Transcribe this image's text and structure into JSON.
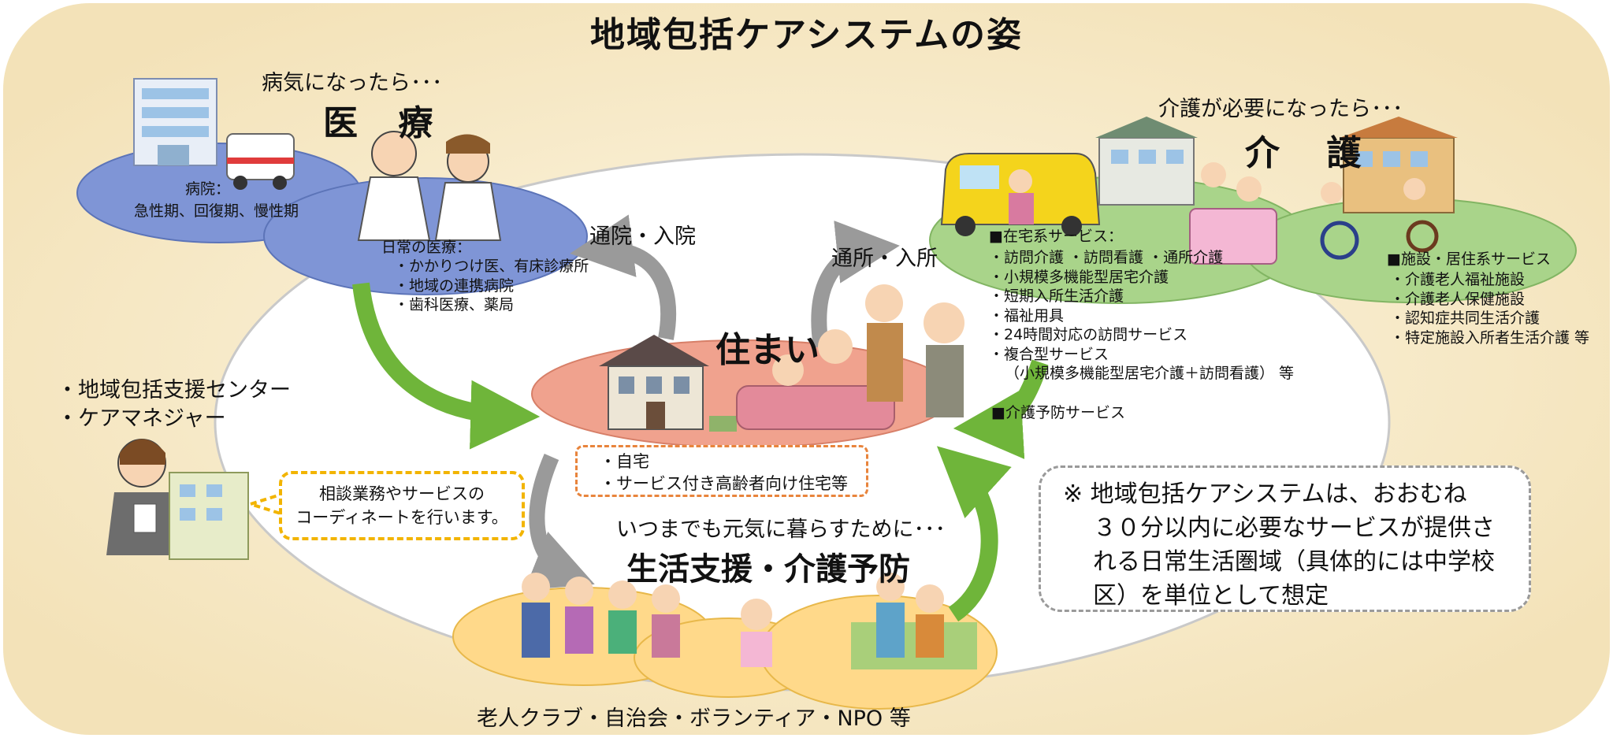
{
  "title": "地域包括ケアシステムの姿",
  "medical": {
    "lead": "病気になったら･･･",
    "heading": "医 療",
    "hospital_label": "病院：",
    "hospital_types": "急性期、回復期、慢性期",
    "daily_title": "日常の医療：",
    "daily_items": [
      "・かかりつけ医、有床診療所",
      "・地域の連携病院",
      "・歯科医療、薬局"
    ]
  },
  "care": {
    "lead": "介護が必要になったら･･･",
    "heading": "介 護",
    "home_services_title": "■在宅系サービス：",
    "home_services": [
      "・訪問介護 ・訪問看護 ・通所介護",
      "・小規模多機能型居宅介護",
      "・短期入所生活介護",
      "・福祉用具",
      "・24時間対応の訪問サービス",
      "・複合型サービス",
      "（小規模多機能型居宅介護＋訪問看護） 等"
    ],
    "prevention": "■介護予防サービス",
    "facility_title": "■施設・居住系サービス",
    "facilities": [
      "・介護老人福祉施設",
      "・介護老人保健施設",
      "・認知症共同生活介護",
      "・特定施設入所者生活介護 等"
    ]
  },
  "flows": {
    "hospital": "通院・入院",
    "daycare": "通所・入所"
  },
  "housing": {
    "heading": "住まい",
    "items": [
      "・自宅",
      "・サービス付き高齢者向け住宅等"
    ]
  },
  "center": {
    "items": [
      "・地域包括支援センター",
      "・ケアマネジャー"
    ],
    "bubble": [
      "相談業務やサービスの",
      "コーディネートを行います。"
    ]
  },
  "living": {
    "lead": "いつまでも元気に暮らすために･･･",
    "heading": "生活支援・介護予防",
    "footer": "老人クラブ・自治会・ボランティア・NPO 等"
  },
  "note": [
    "※ 地域包括ケアシステムは、おおむね",
    "３０分以内に必要なサービスが提供さ",
    "れる日常生活圏域（具体的には中学校",
    "区）を単位として想定"
  ],
  "colors": {
    "background": "#f9eccb",
    "medical_ellipse": "#7f95d6",
    "care_ellipse": "#a9d48a",
    "housing_ellipse": "#f0a28e",
    "living_ellipse": "#ffd98a",
    "green_arrow": "#6fb53a",
    "gray_arrow": "#9a9a9a"
  }
}
